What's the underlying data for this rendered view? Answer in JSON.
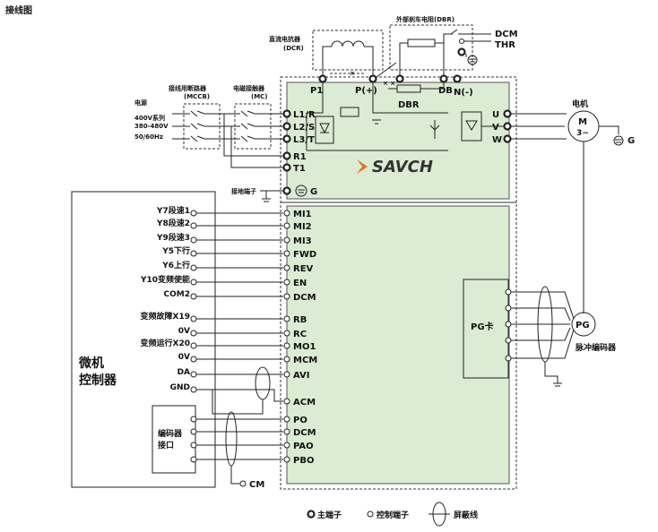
{
  "title": "接线图",
  "labels": {
    "dcr": "直流电抗器",
    "dcr_abbr": "(DCR)",
    "dbr_ext": "外部刹车电阻(DBR)",
    "dcm_top": "DCM",
    "thr": "THR",
    "p1": "P1",
    "pplus": "P(+)",
    "db": "DB",
    "nminus": "N(-)",
    "dbr": "DBR",
    "power": "电源",
    "power_spec1": "400V系列",
    "power_spec2": "380-480V",
    "power_spec3": "50/60Hz",
    "mccb": "接线用断路器",
    "mccb_abbr": "(MCCB)",
    "mc": "电磁接触器",
    "mc_abbr": "(MC)",
    "l1": "L1/R",
    "l2": "L2/S",
    "l3": "L3/T",
    "r1": "R1",
    "t1": "T1",
    "ground_term": "接地端子",
    "g": "G",
    "motor": "电机",
    "motor_m": "M",
    "motor_3": "3~",
    "u": "U",
    "v": "V",
    "w": "W",
    "g_motor": "G",
    "brand": "SAVCH",
    "pg_card": "PG卡",
    "pg": "PG",
    "encoder": "脉冲编码器",
    "micro1": "微机",
    "micro2": "控制器",
    "enc_if1": "编码器",
    "enc_if2": "接口",
    "cm": "CM"
  },
  "left_signals": [
    "Y7段速1",
    "Y8段速2",
    "Y9段速3",
    "Y5下行",
    "Y6上行",
    "Y10变频使能",
    "COM2",
    "变频故障X19",
    "0V",
    "变频运行X20",
    "0V",
    "DA",
    "GND"
  ],
  "right_terms": [
    "MI1",
    "MI2",
    "MI3",
    "FWD",
    "REV",
    "EN",
    "DCM",
    "RB",
    "RC",
    "MO1",
    "MCM",
    "AVI",
    "ACM",
    "PO",
    "DCM",
    "PAO",
    "PBO"
  ],
  "legend": {
    "main": "主端子",
    "control": "控制端子",
    "shield": "屏蔽线"
  },
  "colors": {
    "panel": "#dcebd3",
    "brand_orange": "#e8731a",
    "line": "#222222"
  }
}
